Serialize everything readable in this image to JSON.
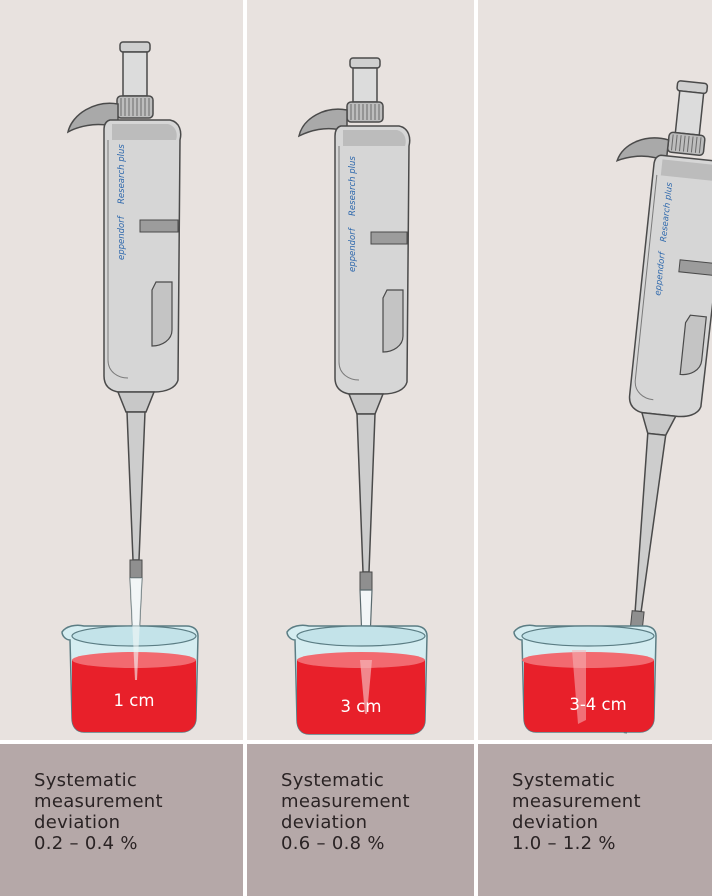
{
  "colors": {
    "panel_bg": "#e8e2df",
    "caption_bg": "#b5a8a8",
    "liquid": "#e8202a",
    "brand_text": "#2f69ad"
  },
  "pipettes": [
    {
      "brand": "eppendorf",
      "model": "Research plus",
      "depth_label": "1 cm",
      "caption": {
        "line1": "Systematic",
        "line2": "measurement",
        "line3": "deviation",
        "line4": "0.2 – 0.4 %"
      }
    },
    {
      "brand": "eppendorf",
      "model": "Research plus",
      "depth_label": "3 cm",
      "caption": {
        "line1": "Systematic",
        "line2": "measurement",
        "line3": "deviation",
        "line4": "0.6 – 0.8 %"
      }
    },
    {
      "brand": "eppendorf",
      "model": "Research plus",
      "depth_label": "3-4 cm",
      "caption": {
        "line1": "Systematic",
        "line2": "measurement",
        "line3": "deviation",
        "line4": "1.0 – 1.2 %"
      }
    }
  ]
}
